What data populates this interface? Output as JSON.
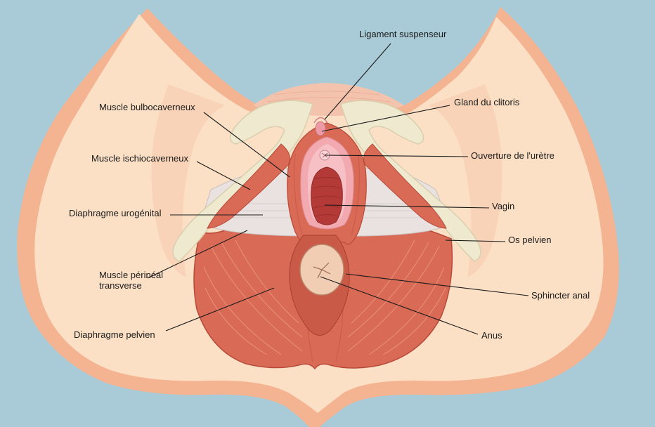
{
  "background_color": "#a9cbd8",
  "labels": {
    "ligament_suspenseur": "Ligament suspenseur",
    "gland_clitoris": "Gland du clitoris",
    "ouverture_uretre": "Ouverture de l'urètre",
    "vagin": "Vagin",
    "os_pelvien": "Os pelvien",
    "sphincter_anal": "Sphincter anal",
    "anus": "Anus",
    "muscle_bulbocaverneux": "Muscle bulbocaverneux",
    "muscle_ischiocaverneux": "Muscle ischiocaverneux",
    "diaphragme_urogenital": "Diaphragme urogénital",
    "muscle_perineal_line1": "Muscle périnéal",
    "muscle_perineal_line2": "transverse",
    "diaphragme_pelvien": "Diaphragme pelvien"
  },
  "colors": {
    "skin": "#fbe0c6",
    "skin_shadow": "#f4b391",
    "muscle": "#d96a55",
    "muscle_dark": "#b84a3a",
    "bone": "#efe9cf",
    "membrane": "#e9e2e0",
    "mucosa": "#f2a9b0"
  }
}
